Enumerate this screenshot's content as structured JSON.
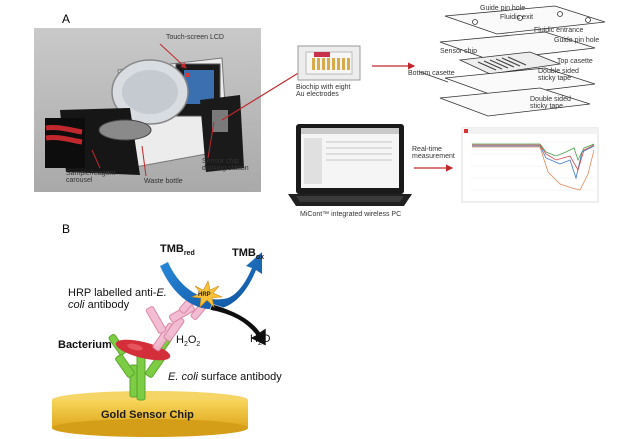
{
  "panel_a": {
    "letter": "A",
    "instrument_labels": {
      "touch_screen": "Touch-screen LCD",
      "carousel_line1": "Sample/reagent",
      "carousel_line2": "carousel",
      "waste": "Waste bottle",
      "docking_line1": "Sensor chip",
      "docking_line2": "docking station"
    },
    "biochip_line1": "Biochip with eight",
    "biochip_line2": "Au electrodes",
    "pc_label": "MiCont™ integrated wireless PC",
    "realtime_line1": "Real-time",
    "realtime_line2": "measurement",
    "exploded_labels": {
      "guide_pin_hole_top": "Guide pin hole",
      "fluidic_exit": "Fluidic exit",
      "fluidic_entrance": "Fluidic entrance",
      "guide_pin_hole_right": "Guide pin hole",
      "sensor_chip": "Sensor chip",
      "bottom_casette": "Bottom casette",
      "top_casette": "Top casette",
      "tape1_line1": "Double sided",
      "tape1_line2": "sticky tape",
      "tape2_line1": "Double sided",
      "tape2_line2": "sticky tape"
    }
  },
  "panel_b": {
    "letter": "B",
    "tmb_red_main": "TMB",
    "tmb_red_sub": "red",
    "tmb_ox_main": "TMB",
    "tmb_ox_sub": "ox",
    "hrp_line1": "HRP labelled anti-",
    "hrp_line1_italic": "E.",
    "hrp_line2_italic": "coli",
    "hrp_line2": " antibody",
    "hrp_badge": "HRP",
    "h2o2_main": "H",
    "h2o2_sub1": "2",
    "h2o2_mid": "O",
    "h2o2_sub2": "2",
    "h2o_main": "H",
    "h2o_sub": "2",
    "h2o_end": "O",
    "bacterium": "Bacterium",
    "surface_italic": "E. coli",
    "surface_rest": " surface antibody",
    "gold_chip": "Gold Sensor Chip"
  },
  "colors": {
    "gold": "#f2c12e",
    "green_antibody": "#6fc23a",
    "pink_antibody": "#e8a7c4",
    "blue_arrow": "#1e73c8",
    "red_arrow": "#c0282d",
    "bacterium_red": "#d42e3a"
  }
}
